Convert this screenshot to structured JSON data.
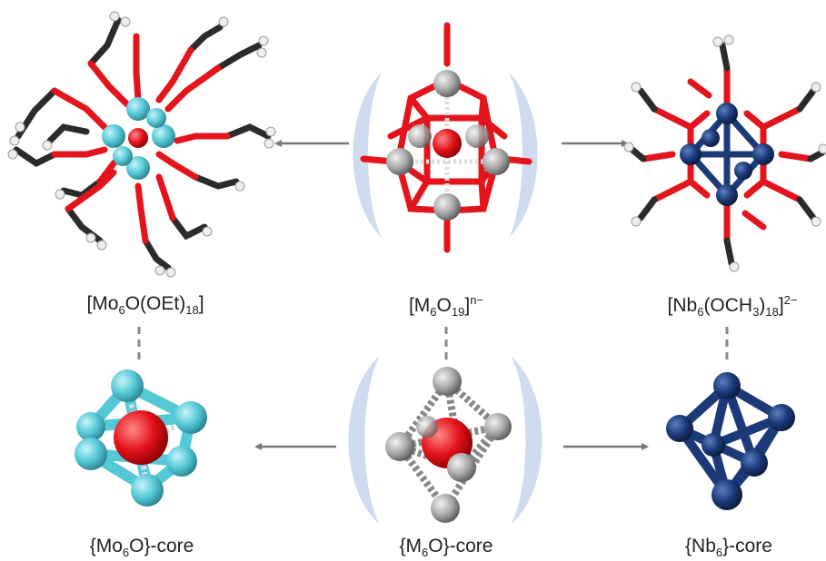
{
  "colors": {
    "carbon": "#2b2b2b",
    "hydrogen": "#e8e8e8",
    "oxygen": "#e3141b",
    "molybdenum": "#55c8d6",
    "niobium": "#1c3a78",
    "generic_metal": "#a9a9a9",
    "bracket": "#cfdcef",
    "arrow": "#777777",
    "dash": "#888888"
  },
  "labels": {
    "mo_cluster": {
      "p1": "[Mo",
      "s1": "6",
      "p2": "O(OEt)",
      "s2": "18",
      "p3": "]"
    },
    "m_cluster": {
      "p1": "[M",
      "s1": "6",
      "p2": "O",
      "s2": "19",
      "p3": "]",
      "sup": "n−"
    },
    "nb_cluster": {
      "p1": "[Nb",
      "s1": "6",
      "p2": "(OCH",
      "s2": "3",
      "p3": ")",
      "s3": "18",
      "p4": "]",
      "sup": "2−"
    },
    "mo_core": {
      "p1": "{Mo",
      "s1": "6",
      "p2": "O}-core"
    },
    "m_core": {
      "p1": "{M",
      "s1": "6",
      "p2": "O}-core"
    },
    "nb_core": {
      "p1": "{Nb",
      "s1": "6",
      "p2": "}-core"
    }
  }
}
